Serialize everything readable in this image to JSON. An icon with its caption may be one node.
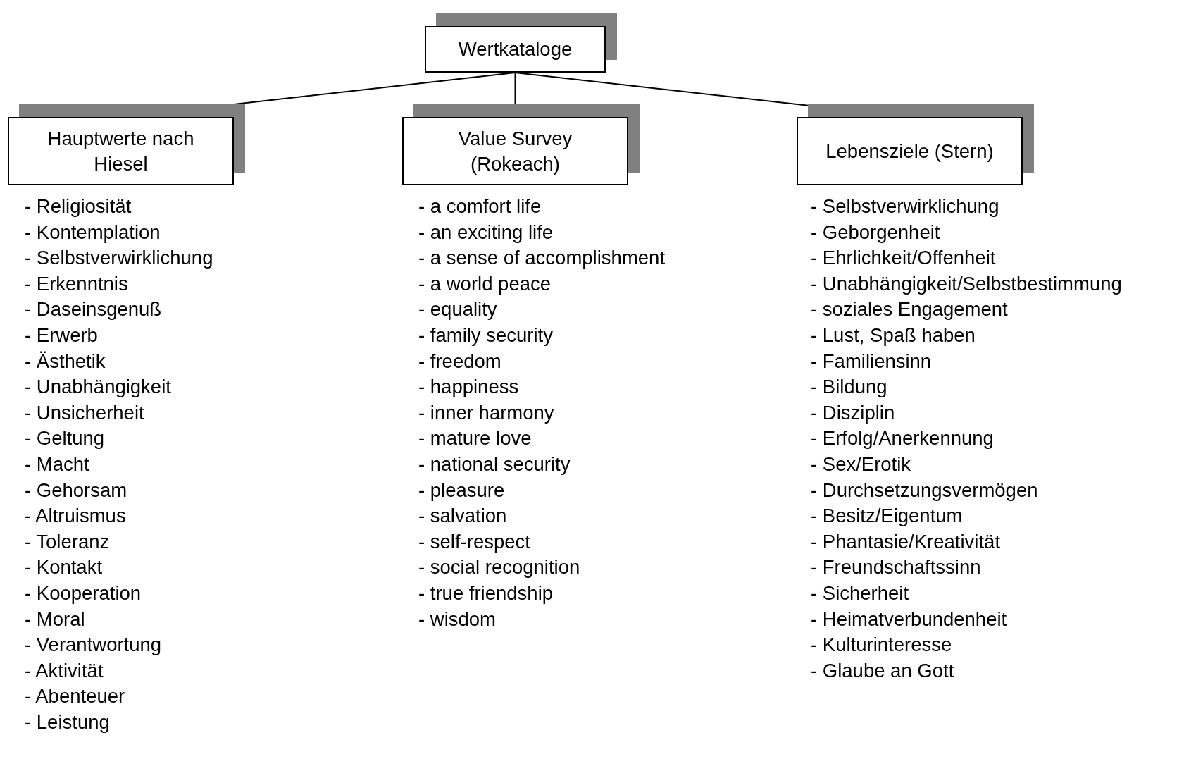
{
  "diagram": {
    "nodes": [
      {
        "text": [
          "Wertkataloge"
        ]
      },
      {
        "text": [
          "Hauptwerte nach Hiesel"
        ],
        "beside": [
          "- Religiosität",
          "- Kontemplation",
          "- Selbstverwirklichung",
          "- Erkenntnis",
          "- Daseinsgenuß",
          "- Erwerb",
          "- Ästhetik",
          "- Unabhängigkeit",
          "- Unsicherheit",
          "- Geltung",
          "- Macht",
          "- Gehorsam",
          "- Altruismus",
          "- Toleranz",
          "- Kontakt",
          "- Kooperation",
          "- Moral",
          "- Verantwortung",
          "- Aktivität",
          "- Abenteuer",
          "- Leistung"
        ]
      },
      {
        "text": [
          "Value Survey (Rokeach)"
        ],
        "beside": [
          "- a comfort life",
          "- an exciting life",
          "- a sense of accomplishment",
          "- a world peace",
          "- equality",
          "- family security",
          "- freedom",
          "- happiness",
          "- inner harmony",
          "- mature love",
          "- national security",
          "- pleasure",
          "- salvation",
          "- self-respect",
          "- social recognition",
          "- true friendship",
          "- wisdom"
        ]
      },
      {
        "text": [
          "Lebensziele (Stern)"
        ],
        "beside": [
          "- Selbstverwirklichung",
          "- Geborgenheit",
          "- Ehrlichkeit/Offenheit",
          "- Unabhängigkeit/Selbstbestimmung",
          "- soziales Engagement",
          "- Lust, Spaß haben",
          "- Familiensinn",
          "- Bildung",
          "- Disziplin",
          "- Erfolg/Anerkennung",
          "- Sex/Erotik",
          "- Durchsetzungsvermögen",
          "- Besitz/Eigentum",
          "- Phantasie/Kreativität",
          "- Freundschaftssinn",
          "- Sicherheit",
          "- Heimatverbundenheit",
          "- Kulturinteresse",
          "- Glaube an Gott"
        ]
      }
    ],
    "edges": [
      {
        "from": 0,
        "to": 1,
        "arrow": "none"
      },
      {
        "from": 0,
        "to": 2,
        "arrow": "none"
      },
      {
        "from": 0,
        "to": 3,
        "arrow": "none"
      }
    ]
  }
}
